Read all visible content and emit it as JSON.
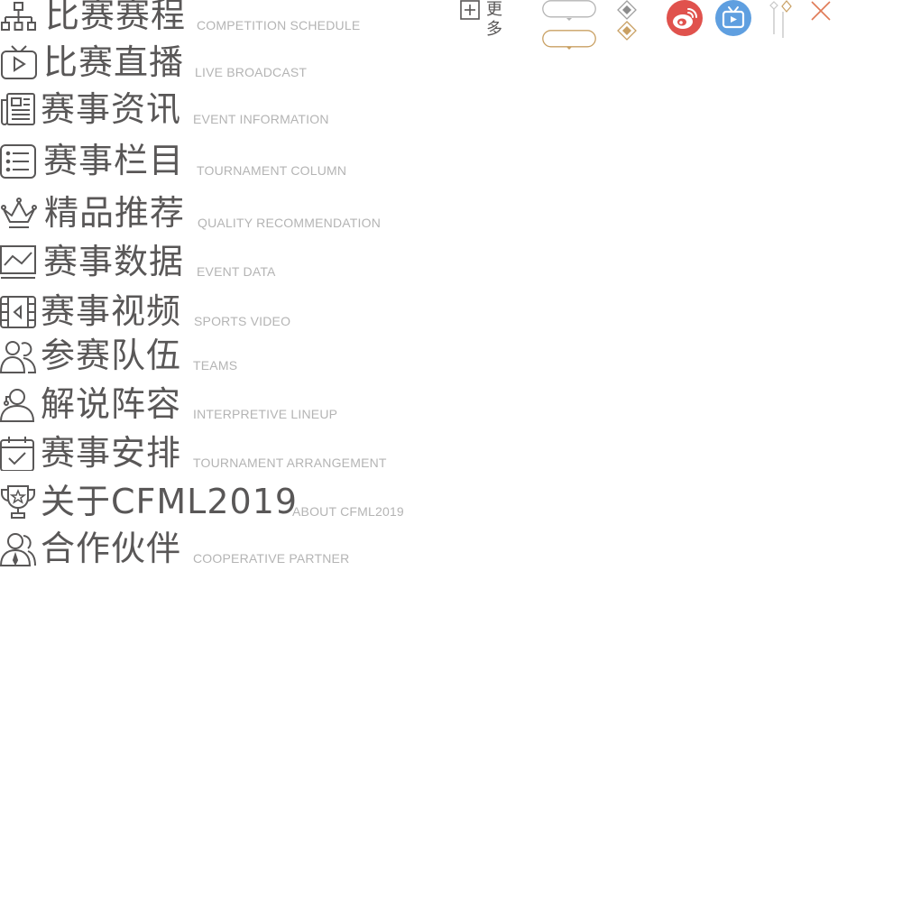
{
  "menu": {
    "items": [
      {
        "zh": "比赛赛程",
        "en": "COMPETITION SCHEDULE",
        "icon": "org-chart-icon"
      },
      {
        "zh": "比赛直播",
        "en": "LIVE BROADCAST",
        "icon": "tv-play-icon"
      },
      {
        "zh": "赛事资讯",
        "en": "EVENT INFORMATION",
        "icon": "newspaper-icon"
      },
      {
        "zh": "赛事栏目",
        "en": "TOURNAMENT COLUMN",
        "icon": "list-icon"
      },
      {
        "zh": "精品推荐",
        "en": "QUALITY RECOMMENDATION",
        "icon": "crown-icon"
      },
      {
        "zh": "赛事数据",
        "en": "EVENT DATA",
        "icon": "line-chart-icon"
      },
      {
        "zh": "赛事视频",
        "en": "SPORTS VIDEO",
        "icon": "film-icon"
      },
      {
        "zh": "参赛队伍",
        "en": "TEAMS",
        "icon": "team-icon"
      },
      {
        "zh": "解说阵容",
        "en": "INTERPRETIVE LINEUP",
        "icon": "commentator-icon"
      },
      {
        "zh": "赛事安排",
        "en": "TOURNAMENT ARRANGEMENT",
        "icon": "calendar-check-icon"
      },
      {
        "zh": "关于CFML2019",
        "en": "ABOUT CFML2019",
        "icon": "trophy-icon"
      },
      {
        "zh": "合作伙伴",
        "en": "COOPERATIVE PARTNER",
        "icon": "partner-icon"
      }
    ]
  },
  "toolbar": {
    "more_label": "更多"
  },
  "icons": {
    "more": "plus-square-icon",
    "pill_gray": "dropdown-pill-gray-icon",
    "pill_gold": "dropdown-pill-gold-icon",
    "diamond_gray": "diamond-gray-icon",
    "diamond_gold": "diamond-gold-icon",
    "weibo": "weibo-icon",
    "tv": "tv-icon",
    "pins": "pin-markers-icon",
    "close": "close-icon"
  },
  "colors": {
    "text_main": "#595757",
    "text_sub": "#b4b4b4",
    "gold": "#c9a063",
    "weibo_red": "#e0524d",
    "tv_blue": "#5f9fe0",
    "close_red": "#e07a55"
  }
}
